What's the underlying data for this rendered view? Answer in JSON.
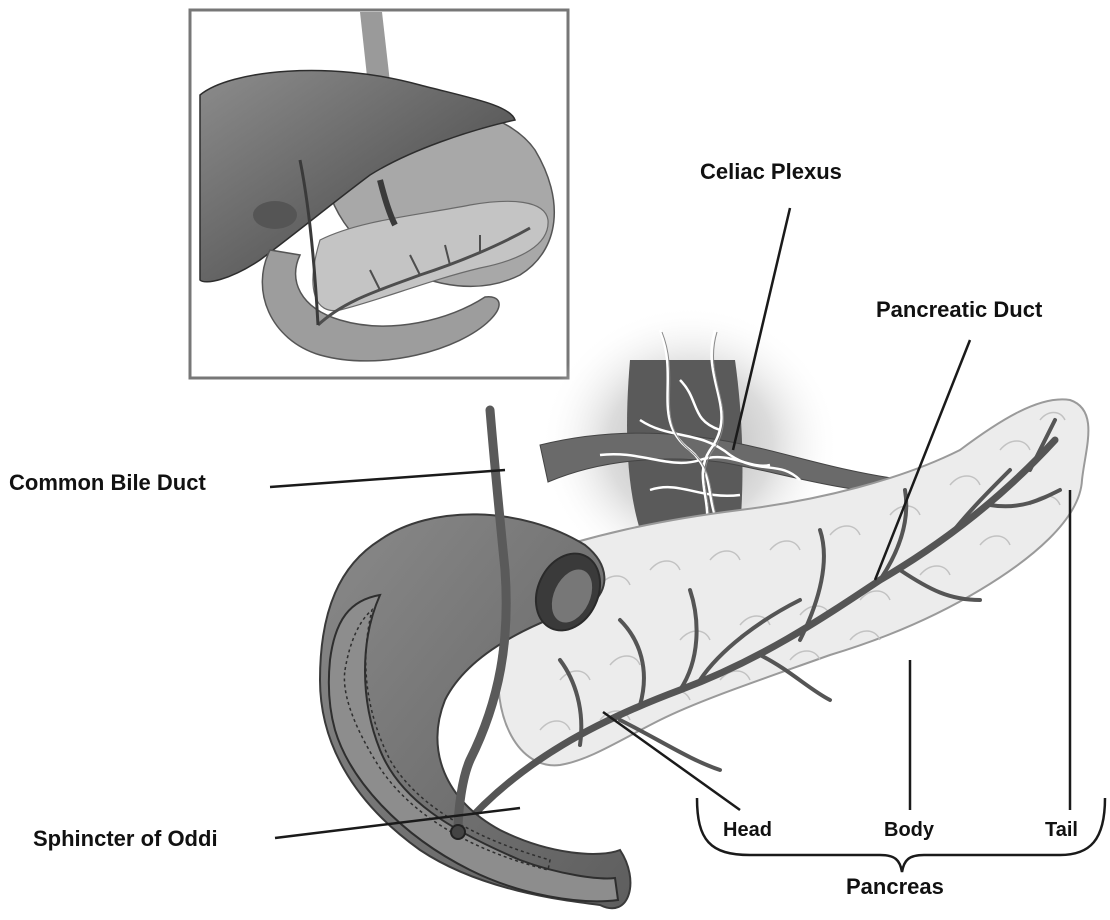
{
  "labels": {
    "celiac_plexus": "Celiac Plexus",
    "pancreatic_duct": "Pancreatic Duct",
    "common_bile_duct": "Common Bile Duct",
    "sphincter_of_oddi": "Sphincter of Oddi",
    "head": "Head",
    "body": "Body",
    "tail": "Tail",
    "pancreas": "Pancreas"
  },
  "colors": {
    "organ_dark": "#6e6e6e",
    "organ_mid": "#9a9a9a",
    "pancreas_fill": "#eeeeee",
    "line": "#1a1a1a"
  }
}
